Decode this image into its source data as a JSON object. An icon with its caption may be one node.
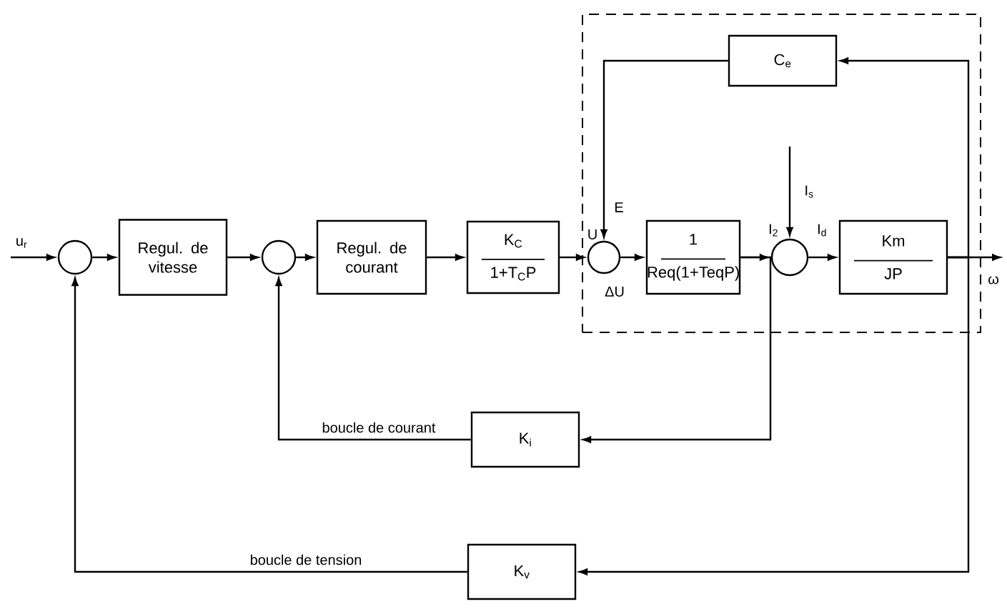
{
  "diagram": {
    "nodes": [
      {
        "text": [],
        "shape": "box"
      },
      {
        "text": [],
        "shape": "circle"
      },
      {
        "text": [
          "Regul. de vitesse"
        ]
      },
      {
        "text": [],
        "shape": "circle"
      },
      {
        "text": [
          "Regul. de courant"
        ]
      },
      {
        "text": [
          "K$_{C}$",
          "1+T$_{C}$P"
        ]
      },
      {
        "text": [
          "C$_{e}$"
        ],
        "in": 0
      },
      {
        "text": [],
        "shape": "circle",
        "in": 0
      },
      {
        "text": [
          "1",
          "Req(1+TeqP)"
        ],
        "in": 0
      },
      {
        "text": [],
        "shape": "circle",
        "in": 0
      },
      {
        "text": [
          "Km",
          "JP"
        ],
        "in": 0
      },
      {
        "text": [
          "K$_{i}$"
        ]
      },
      {
        "text": [
          "K$_{v}$"
        ]
      }
    ],
    "edges": [
      {
        "from": null,
        "to": 1,
        "arrow": "to",
        "label": "u$_{r}$"
      },
      {
        "from": 1,
        "to": 2,
        "arrow": "to"
      },
      {
        "from": 2,
        "to": 3,
        "arrow": "to"
      },
      {
        "from": 3,
        "to": 4,
        "arrow": "to"
      },
      {
        "from": 4,
        "to": 5,
        "arrow": "to"
      },
      {
        "from": 5,
        "to": 7,
        "arrow": "to"
      },
      {
        "from": 6,
        "to": 7,
        "arrow": "to"
      },
      {
        "from": 7,
        "to": 8,
        "arrow": "to"
      },
      {
        "from": 8,
        "to": 9,
        "arrow": "to"
      },
      {
        "from": null,
        "to": 9,
        "arrow": "to",
        "label": "I$_{s}$"
      },
      {
        "from": 9,
        "to": 10,
        "arrow": "to"
      },
      {
        "from": 10,
        "to": null,
        "arrow": "to",
        "label": "ω"
      },
      {
        "from": 10,
        "to": 6,
        "arrow": "to"
      },
      {
        "from": 8,
        "to": 11,
        "arrow": "to"
      },
      {
        "from": 11,
        "to": 3,
        "arrow": "to",
        "label": "boucle de courant"
      },
      {
        "from": 10,
        "to": 12,
        "arrow": "to"
      },
      {
        "from": 12,
        "to": 1,
        "arrow": "to",
        "label": "boucle de tension"
      }
    ],
    "labels": [
      "U",
      "E",
      "ΔU",
      "I$_{2}$",
      "I$_{d}$"
    ]
  }
}
